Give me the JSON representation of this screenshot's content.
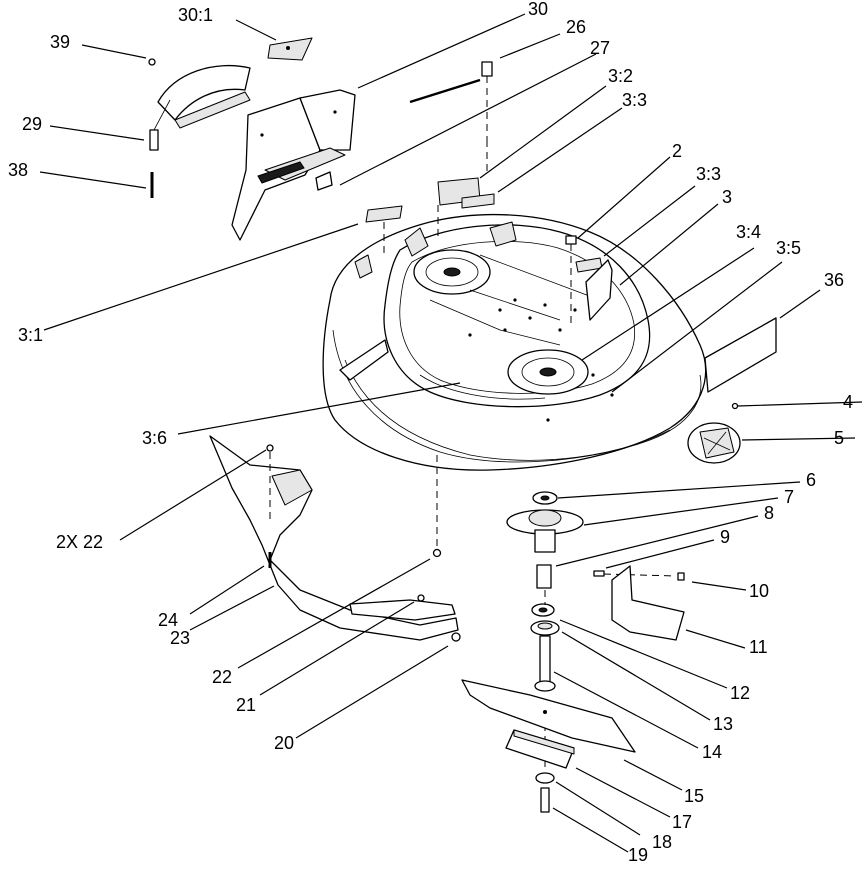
{
  "diagram": {
    "callouts": {
      "c30_1": "30:1",
      "c30": "30",
      "c26": "26",
      "c27": "27",
      "c39": "39",
      "c29": "29",
      "c38": "38",
      "c3_2": "3:2",
      "c3_3a": "3:3",
      "c2": "2",
      "c3_3b": "3:3",
      "c3": "3",
      "c3_4": "3:4",
      "c3_5": "3:5",
      "c36": "36",
      "c3_1": "3:1",
      "c4": "4",
      "c5": "5",
      "c3_6": "3:6",
      "c6": "6",
      "c7": "7",
      "c8": "8",
      "c9": "9",
      "c10": "10",
      "c2x22": "2X 22",
      "c11": "11",
      "c24": "24",
      "c23": "23",
      "c12": "12",
      "c22": "22",
      "c13": "13",
      "c21": "21",
      "c14": "14",
      "c20": "20",
      "c15": "15",
      "c17": "17",
      "c18": "18",
      "c19": "19"
    }
  }
}
